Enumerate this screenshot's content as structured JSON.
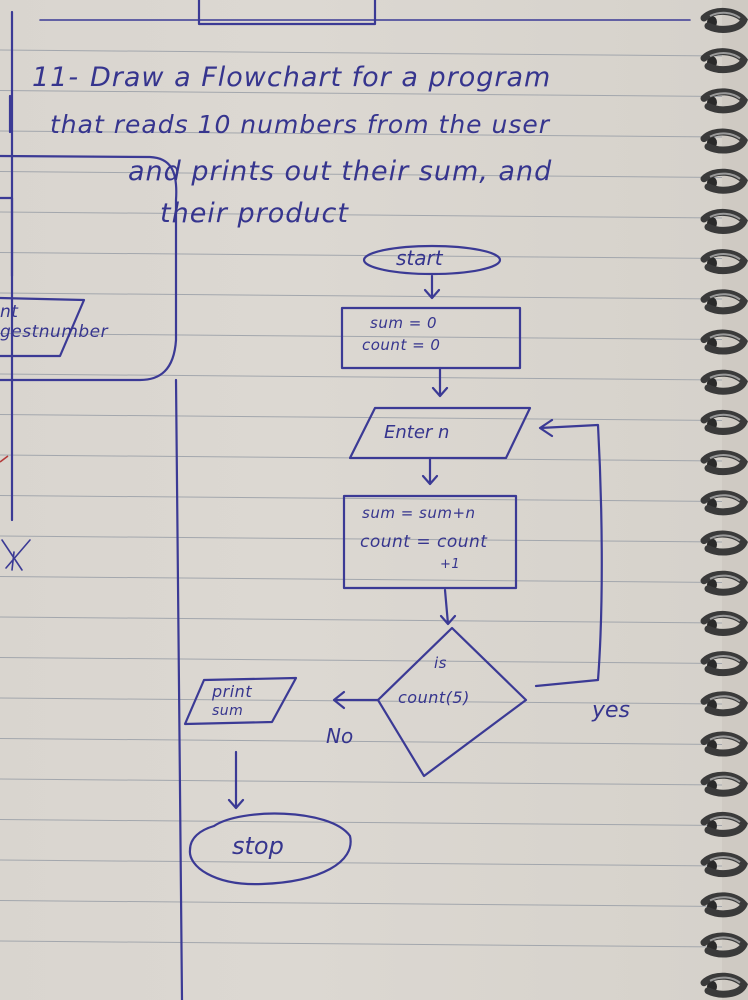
{
  "question": {
    "number": "11-",
    "line1": "Draw a Flowchart for a program",
    "line2": "that reads 10 numbers from the user",
    "line3": "and prints out their sum, and",
    "line4": "their product"
  },
  "left_fragments": {
    "top": "nt",
    "bottom": "gestnumber"
  },
  "flowchart": {
    "start": "start",
    "init_line1": "sum = 0",
    "init_line2": "count = 0",
    "input": "Enter n",
    "process_line1": "sum = sum+n",
    "process_line2": "count = count",
    "process_line3": "+1",
    "decision_line1": "is",
    "decision_line2": "count(5)",
    "yes_label": "yes",
    "no_label": "No",
    "output_line1": "print",
    "output_line2": "sum",
    "stop": "stop"
  },
  "colors": {
    "ink": "#3b3a95",
    "paper": "#dad6d0",
    "rule_line": "#9aa0a8"
  }
}
